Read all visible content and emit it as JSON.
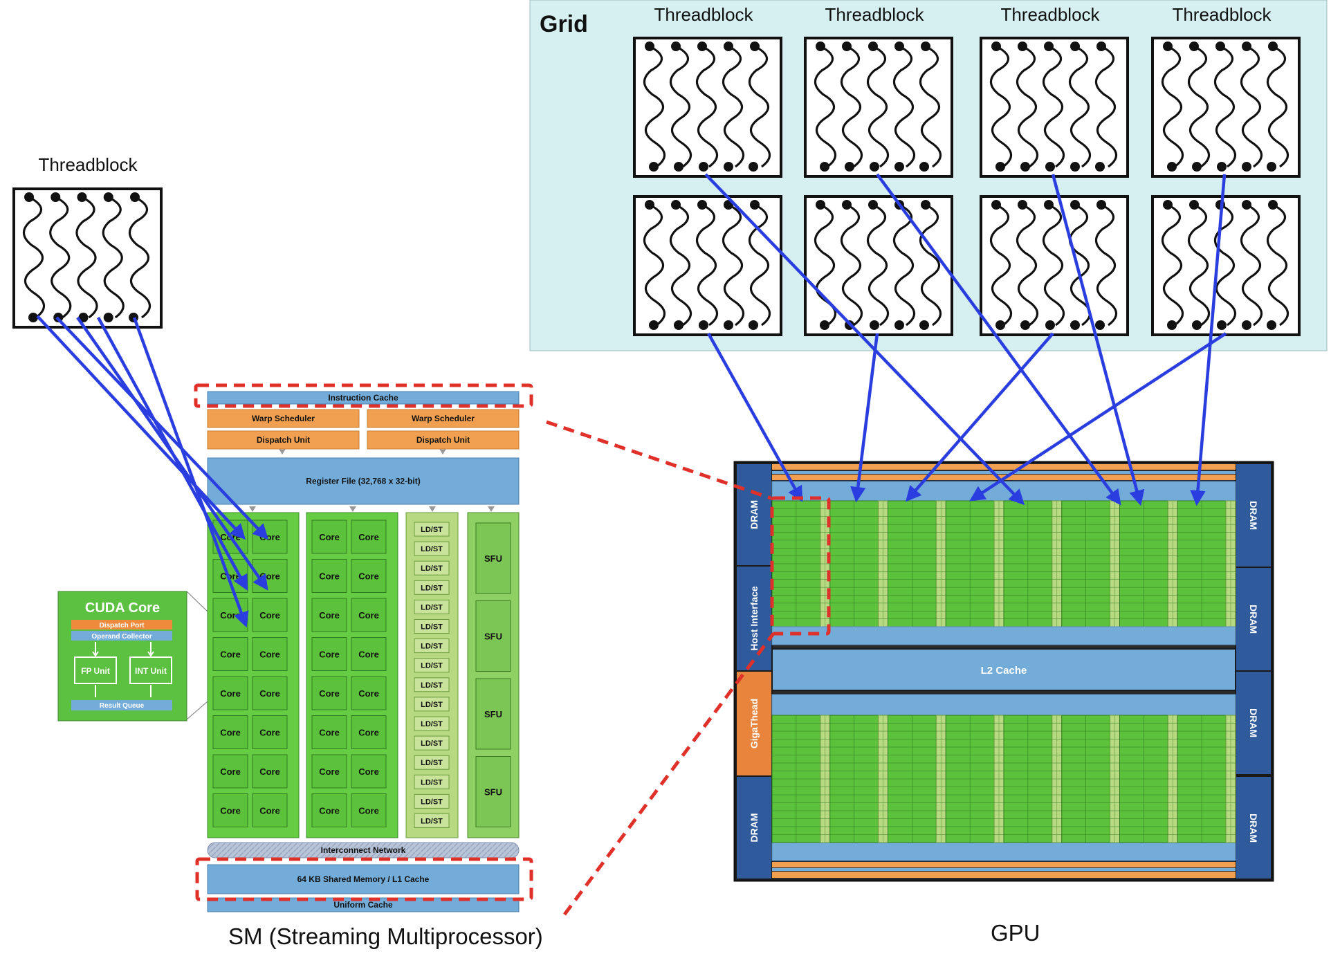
{
  "grid_label": "Grid",
  "threadblock_label": "Threadblock",
  "sm_caption": "SM (Streaming Multiprocessor)",
  "gpu_caption": "GPU",
  "sm": {
    "instruction_cache": "Instruction Cache",
    "warp_scheduler": "Warp Scheduler",
    "dispatch_unit": "Dispatch Unit",
    "register_file": "Register File (32,768 x 32-bit)",
    "core": "Core",
    "ldst": "LD/ST",
    "sfu": "SFU",
    "interconnect": "Interconnect Network",
    "shared_memory": "64 KB Shared Memory / L1 Cache",
    "uniform_cache": "Uniform Cache"
  },
  "cuda_core": {
    "title": "CUDA Core",
    "dispatch_port": "Dispatch Port",
    "operand_collector": "Operand Collector",
    "fp_unit": "FP Unit",
    "int_unit": "INT Unit",
    "result_queue": "Result Queue"
  },
  "gpu": {
    "dram": "DRAM",
    "host_interface": "Host Interface",
    "gigathread": "GigaThead",
    "l2_cache": "L2 Cache"
  },
  "colors": {
    "grid_bg": "#d6eff1",
    "arrow": "#2a3ee0",
    "highlight": "#e0302a",
    "core_green": "#5cc23c",
    "panel_green": "#66cc44",
    "orange": "#f0a050",
    "blue_cache": "#74acd9",
    "dram_blue": "#2f5a9c",
    "giga_orange": "#e8843c"
  }
}
